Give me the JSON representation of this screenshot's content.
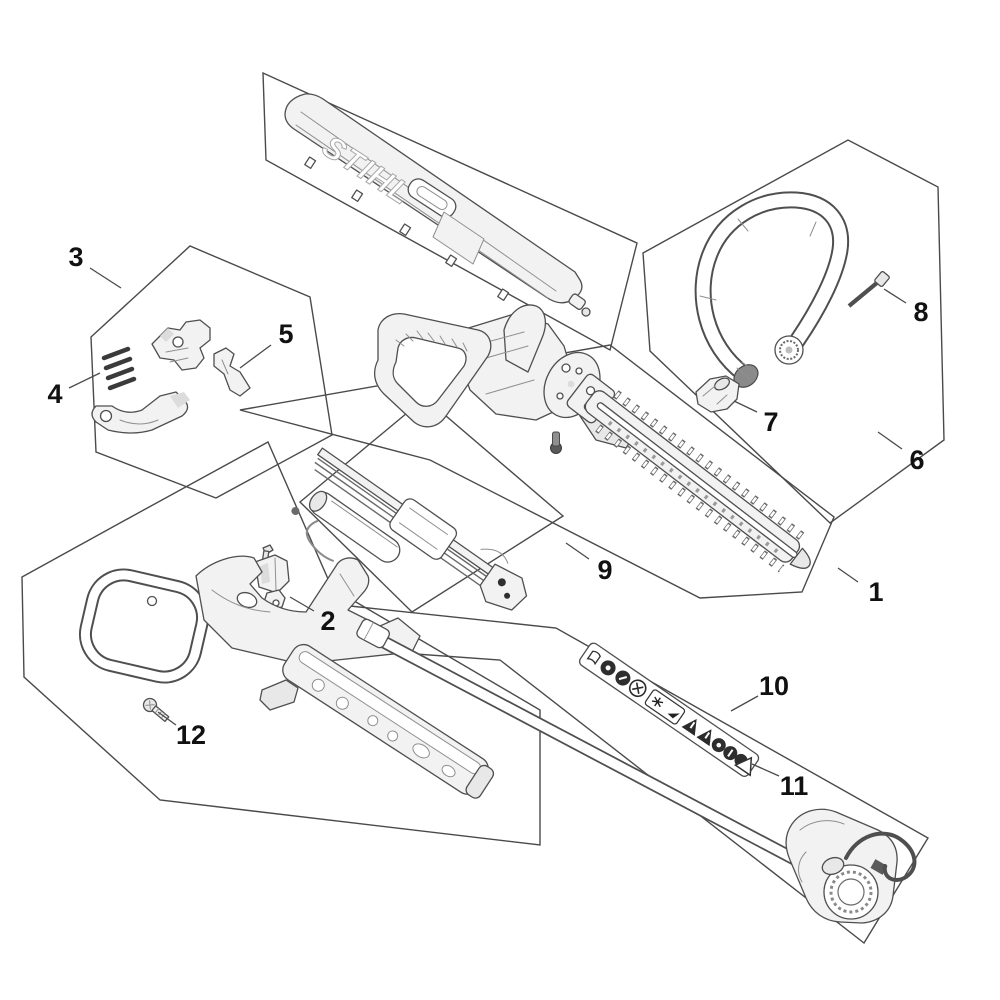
{
  "diagram": {
    "brand_logo": "STIHL",
    "callouts": [
      "1",
      "2",
      "3",
      "4",
      "5",
      "6",
      "7",
      "8",
      "9",
      "10",
      "11",
      "12"
    ],
    "sticker_icons": [
      "manual-pictogram",
      "prohibition-circle-pictogram",
      "warning-triangle-pictogram"
    ],
    "colors": {
      "background": "#ffffff",
      "outline": "#4a4a4a",
      "part_line": "#5a5a5a",
      "light_line": "#9a9a9a",
      "part_fill": "#f1f1f1",
      "dark_detail": "#2e2e2e",
      "label_text": "#111111"
    }
  }
}
